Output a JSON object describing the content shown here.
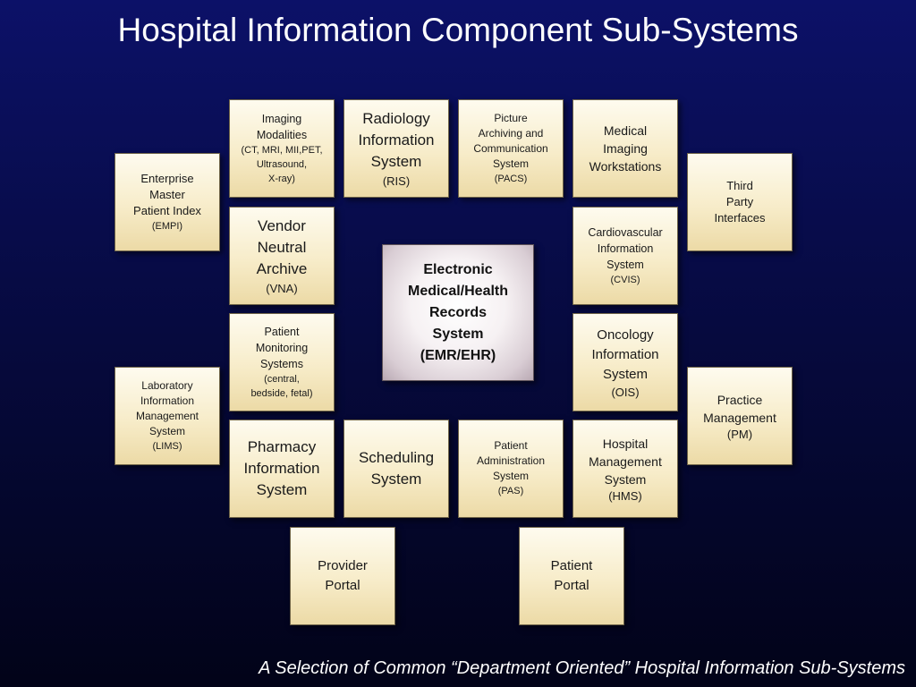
{
  "title": "Hospital Information Component Sub-Systems",
  "caption": "A Selection of Common “Department Oriented” Hospital Information Sub-Systems",
  "center": {
    "text": "Electronic\nMedical/Health\nRecords\nSystem\n(EMR/EHR)"
  },
  "systems": {
    "empi": {
      "main": "Enterprise\nMaster\nPatient Index",
      "abbr": "(EMPI)"
    },
    "imaging": {
      "main": "Imaging\nModalities",
      "abbr": "(CT, MRI, MII,PET,\nUltrasound,\nX-ray)"
    },
    "ris": {
      "main": "Radiology\nInformation\nSystem",
      "abbr": "(RIS)"
    },
    "pacs": {
      "main": "Picture\nArchiving and\nCommunication\nSystem",
      "abbr": "(PACS)"
    },
    "workstations": {
      "main": "Medical\nImaging\nWorkstations",
      "abbr": ""
    },
    "third_party": {
      "main": "Third\nParty\nInterfaces",
      "abbr": ""
    },
    "vna": {
      "main": "Vendor\nNeutral\nArchive",
      "abbr": "(VNA)"
    },
    "cvis": {
      "main": "Cardiovascular\nInformation\nSystem",
      "abbr": "(CVIS)"
    },
    "monitoring": {
      "main": "Patient\nMonitoring\nSystems",
      "abbr": "(central,\nbedside, fetal)"
    },
    "ois": {
      "main": "Oncology\nInformation\nSystem",
      "abbr": "(OIS)"
    },
    "lims": {
      "main": "Laboratory\nInformation\nManagement\nSystem",
      "abbr": "(LIMS)"
    },
    "practice": {
      "main": "Practice\nManagement",
      "abbr": "(PM)"
    },
    "pharmacy": {
      "main": "Pharmacy\nInformation\nSystem",
      "abbr": ""
    },
    "scheduling": {
      "main": "Scheduling\nSystem",
      "abbr": ""
    },
    "pas": {
      "main": "Patient\nAdministration\nSystem",
      "abbr": "(PAS)"
    },
    "hms": {
      "main": "Hospital\nManagement\nSystem",
      "abbr": "(HMS)"
    },
    "provider_portal": {
      "main": "Provider\nPortal",
      "abbr": ""
    },
    "patient_portal": {
      "main": "Patient\nPortal",
      "abbr": ""
    }
  }
}
